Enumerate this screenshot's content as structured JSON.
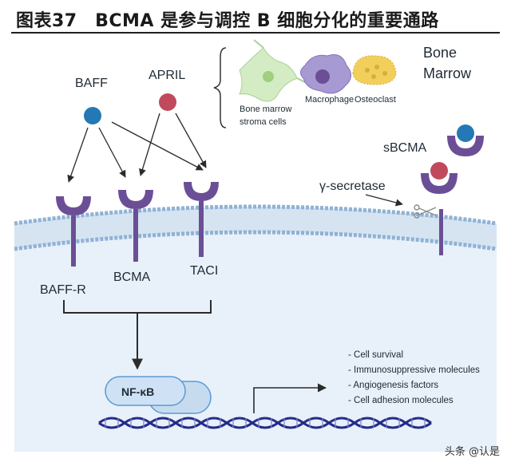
{
  "header": {
    "title": "图表37　BCMA 是参与调控 B 细胞分化的重要通路"
  },
  "diagram": {
    "ligands": {
      "baff": "BAFF",
      "april": "APRIL"
    },
    "bone_marrow": {
      "label_line1": "Bone",
      "label_line2": "Marrow",
      "stroma_line1": "Bone marrow",
      "stroma_line2": "stroma cells",
      "macrophage": "Macrophage",
      "osteoclast": "Osteoclast"
    },
    "soluble": {
      "sbcma": "sBCMA",
      "secretase": "γ-secretase"
    },
    "receptors": {
      "baffr": "BAFF-R",
      "bcma": "BCMA",
      "taci": "TACI"
    },
    "nucleus": {
      "nfkb": "NF-κB"
    },
    "outcomes": [
      "- Cell survival",
      "- Immunosuppressive molecules",
      "- Angiogenesis factors",
      "- Cell adhesion molecules"
    ],
    "colors": {
      "receptor": "#6b4f96",
      "baff": "#2478b5",
      "april": "#c04a5c",
      "membrane": "#a9c3dd",
      "cytoplasm": "#e6eef8",
      "dna": "#252c8a"
    }
  },
  "watermark": "头条 @认是"
}
